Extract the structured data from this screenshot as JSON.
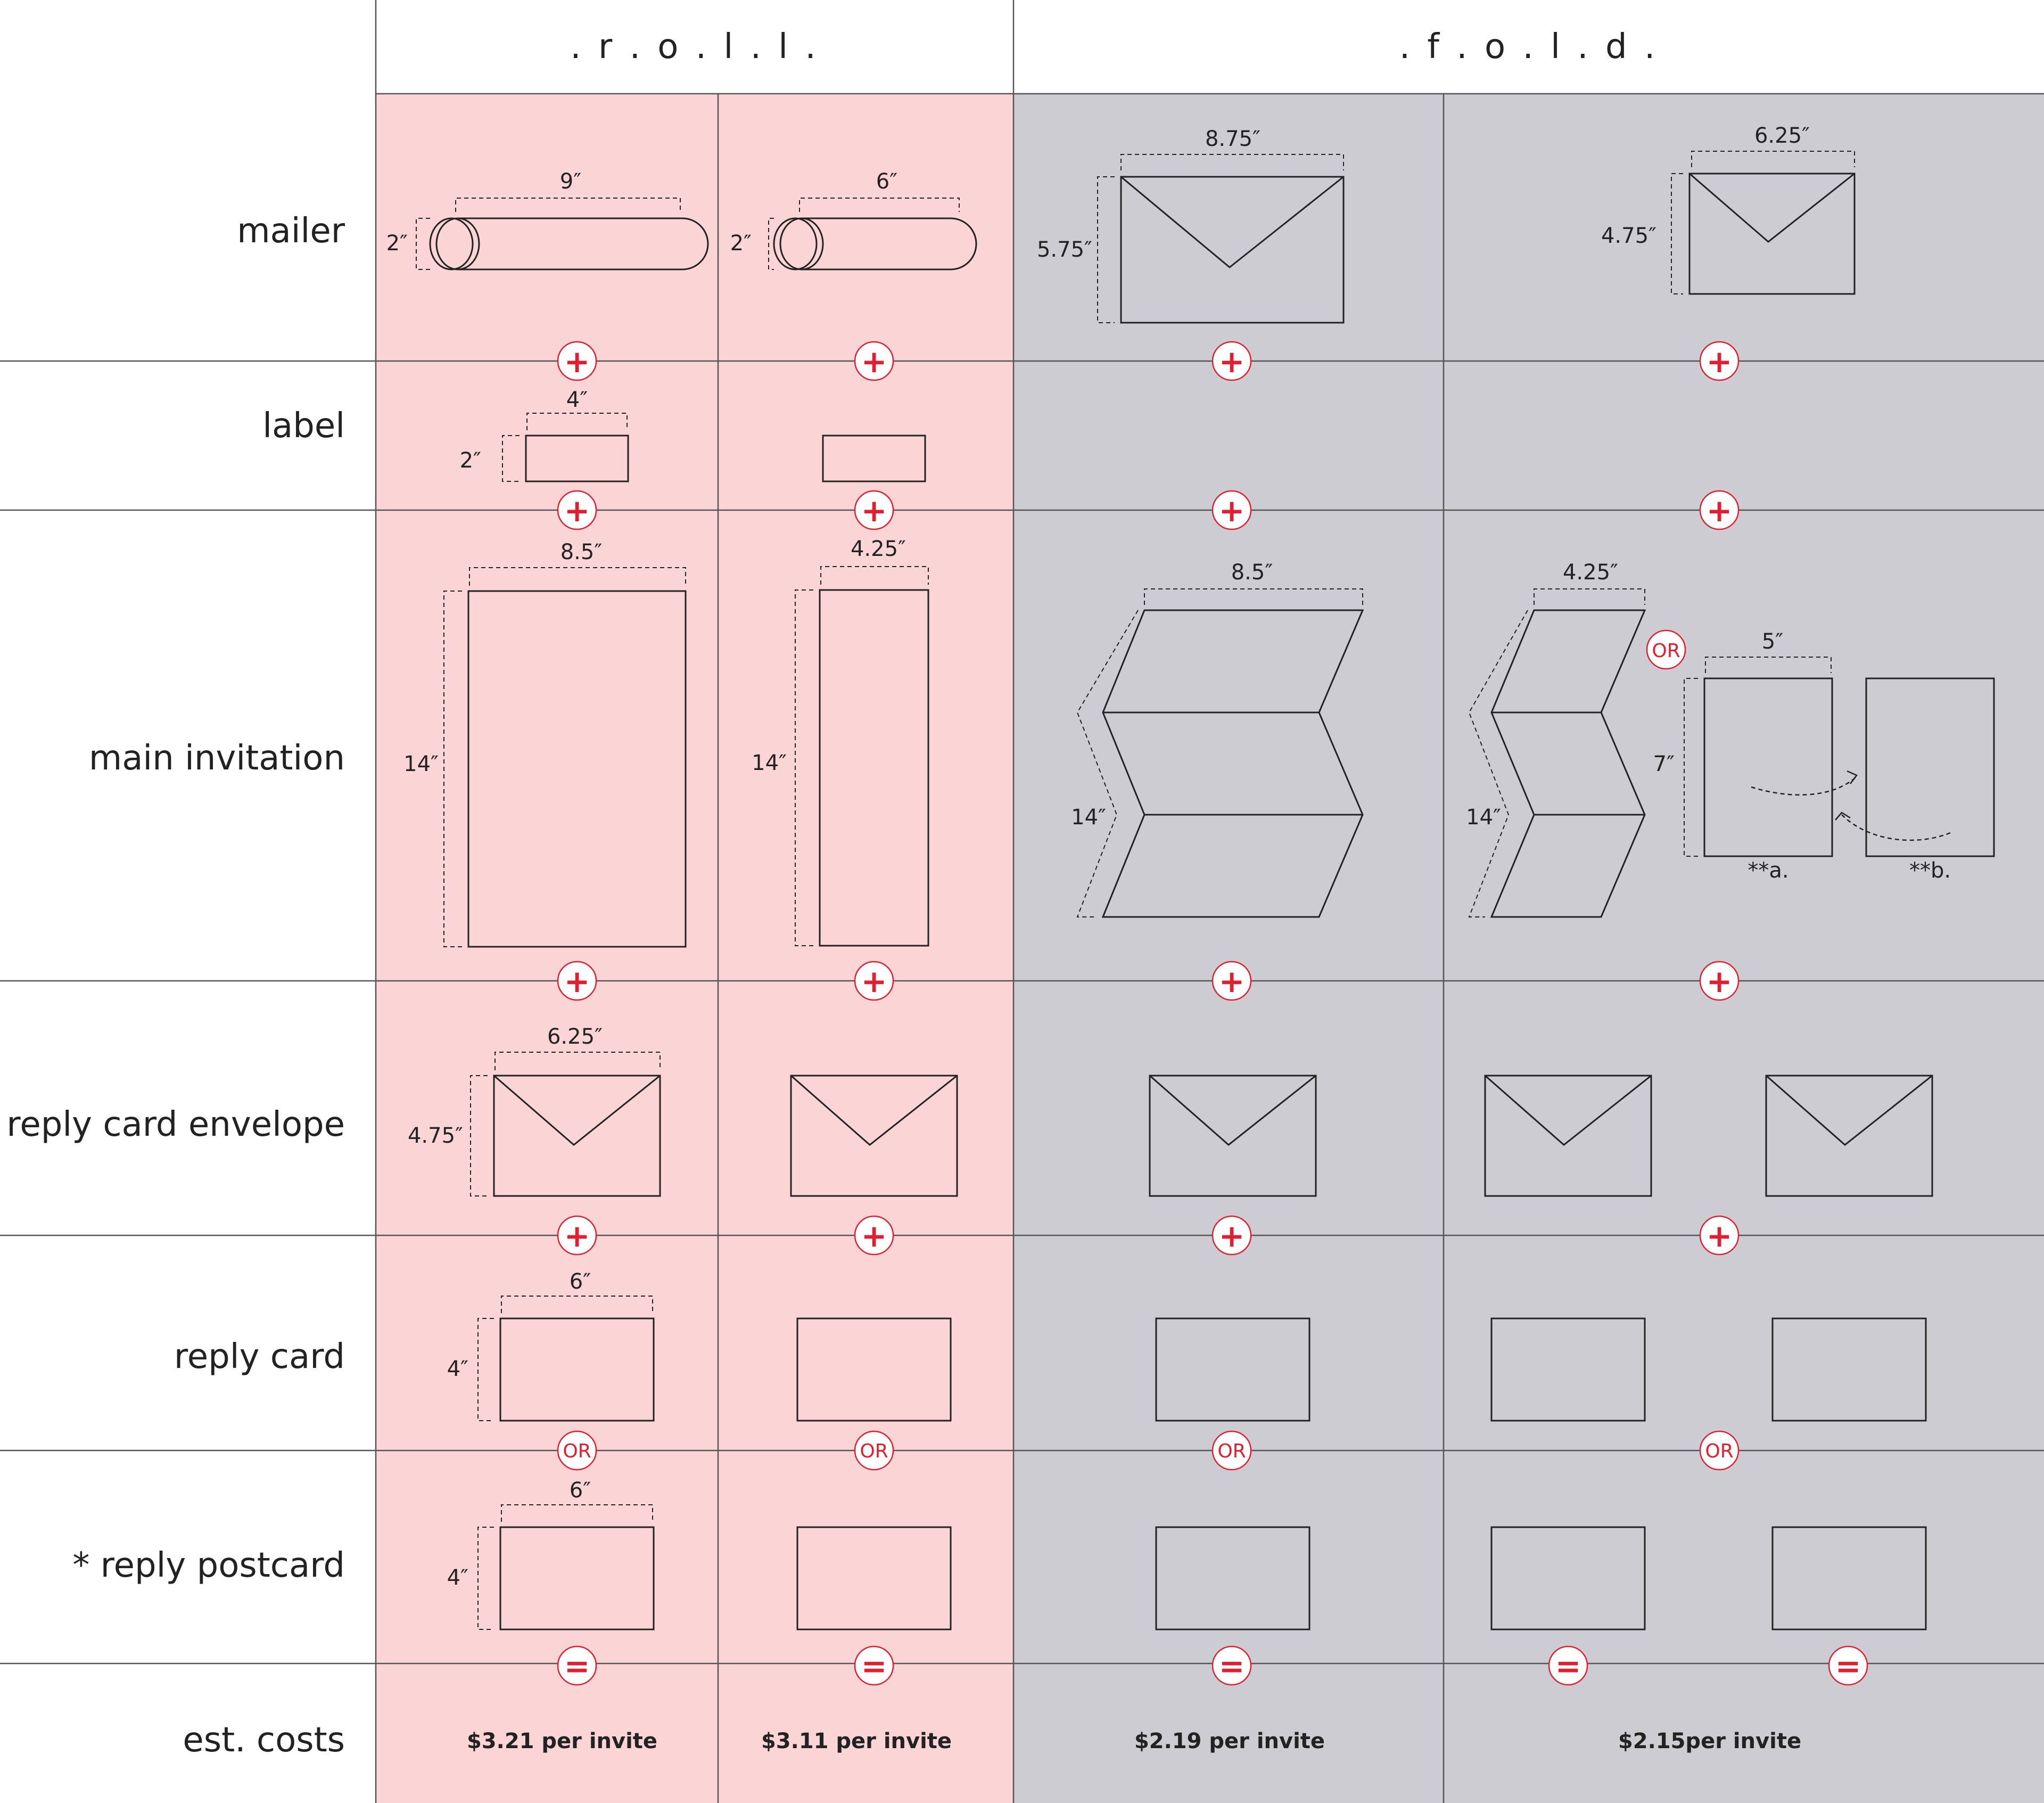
{
  "headers": {
    "roll": ". r . o . l . l .",
    "fold": ". f . o . l . d ."
  },
  "rows": {
    "mailer": "mailer",
    "label": "label",
    "main_invitation": "main invitation",
    "reply_card_envelope": "reply card envelope",
    "reply_card": "reply card",
    "reply_postcard": "* reply postcard",
    "est_costs": "est. costs"
  },
  "dims": {
    "m1_w": "9″",
    "m1_h": "2″",
    "m2_w": "6″",
    "m2_h": "2″",
    "m3_w": "8.75″",
    "m3_h": "5.75″",
    "m4_w": "6.25″",
    "m4_h": "4.75″",
    "l1_w": "4″",
    "l1_h": "2″",
    "i1_w": "8.5″",
    "i1_h": "14″",
    "i2_w": "4.25″",
    "i2_h": "14″",
    "i3_w": "8.5″",
    "i3_h": "14″",
    "i4_w": "4.25″",
    "i4_h": "14″",
    "i5_w": "5″",
    "i5_h": "7″",
    "i5_a": "**a.",
    "i5_b": "**b.",
    "e1_w": "6.25″",
    "e1_h": "4.75″",
    "c1_w": "6″",
    "c1_h": "4″",
    "p1_w": "6″",
    "p1_h": "4″"
  },
  "operators": {
    "plus": "+",
    "or": "OR",
    "equals": "="
  },
  "costs": {
    "roll_a": "$3.21 per invite",
    "roll_b": "$3.11 per invite",
    "fold_a": "$2.19 per invite",
    "fold_b": "$2.15per invite"
  },
  "colors": {
    "roll_bg": "#fbd5d6",
    "fold_bg": "#cdccd2",
    "line": "#222222",
    "grid": "#555555",
    "accent": "#e02030"
  }
}
